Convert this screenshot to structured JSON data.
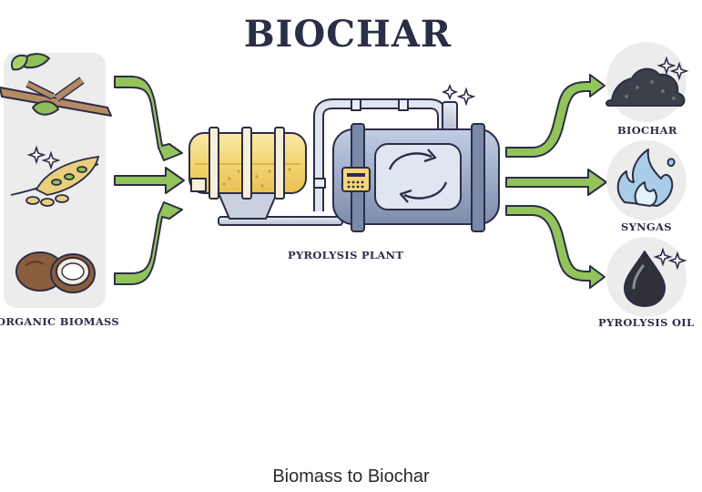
{
  "title": "BIOCHAR",
  "labels": {
    "input": "ORGANIC BIOMASS",
    "plant": "PYROLYSIS PLANT",
    "output_biochar": "BIOCHAR",
    "output_syngas": "SYNGAS",
    "output_oil": "PYROLYSIS OIL"
  },
  "caption": "Biomass to Biochar",
  "icons": [
    "wood-branch-icon",
    "grain-seed-icon",
    "coconut-icon",
    "pyrolysis-plant-icon",
    "recycle-icon",
    "charcoal-pile-icon",
    "flame-icon",
    "oil-drop-icon",
    "sparkle-icon"
  ],
  "colors": {
    "title": "#2c2d47",
    "arrow": "#93c45a",
    "tank": "#f2d679",
    "reactor": "#9aa8c4",
    "panel": "#ececec"
  }
}
